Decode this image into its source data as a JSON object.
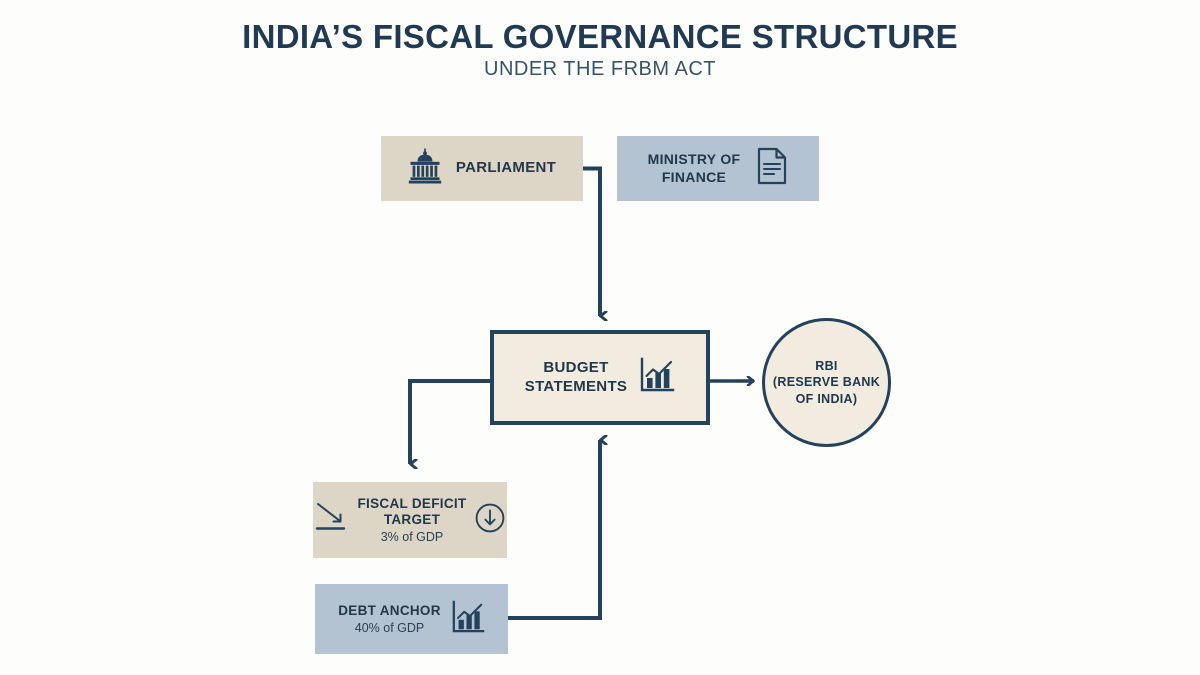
{
  "header": {
    "title": "INDIA’S FISCAL GOVERNANCE STRUCTURE",
    "subtitle": "UNDER THE FRBM ACT"
  },
  "colors": {
    "background": "#fdfdfc",
    "title_navy": "#1f3a52",
    "line_navy": "#24425c",
    "beige_fill": "#ddd6c6",
    "blue_fill": "#b4c3d1",
    "cream_fill": "#f2ece0",
    "text_navy": "#21374b"
  },
  "nodes": [
    {
      "id": "parliament",
      "label": "PARLIAMENT",
      "sub": "",
      "icon": "parliament-building-icon",
      "fill": "#ddd6c6",
      "shape": "rect"
    },
    {
      "id": "ministry-of-finance",
      "label": "MINISTRY OF\nFINANCE",
      "sub": "",
      "icon": "document-icon",
      "fill": "#b4c3d1",
      "shape": "rect"
    },
    {
      "id": "budget-statements",
      "label": "BUDGET\nSTATEMENTS",
      "sub": "",
      "icon": "bar-chart-trend-icon",
      "fill": "#f2ece0",
      "shape": "rect-outlined"
    },
    {
      "id": "rbi",
      "label": "RBI\n(RESERVE BANK\nOF INDIA)",
      "sub": "",
      "icon": "",
      "fill": "#f2ece0",
      "shape": "circle"
    },
    {
      "id": "fiscal-deficit-target",
      "label": "FISCAL DEFICIT\nTARGET",
      "sub": "3% of GDP",
      "icon": "declining-arrow-icon",
      "icon_right": "circle-down-arrow-icon",
      "fill": "#ddd6c6",
      "shape": "rect"
    },
    {
      "id": "debt-anchor",
      "label": "DEBT ANCHOR",
      "sub": "40% of GDP",
      "icon": "bar-chart-trend-icon",
      "fill": "#b4c3d1",
      "shape": "rect"
    }
  ],
  "connectors": [
    {
      "id": "parliament-to-budget",
      "from": "parliament",
      "to": "budget-statements",
      "style": "elbow-down"
    },
    {
      "id": "budget-to-rbi",
      "from": "budget-statements",
      "to": "rbi",
      "style": "straight-right"
    },
    {
      "id": "budget-to-fiscal-deficit",
      "from": "budget-statements",
      "to": "fiscal-deficit-target",
      "style": "elbow-left-down"
    },
    {
      "id": "debt-anchor-to-budget",
      "from": "debt-anchor",
      "to": "budget-statements",
      "style": "elbow-right-up"
    }
  ]
}
